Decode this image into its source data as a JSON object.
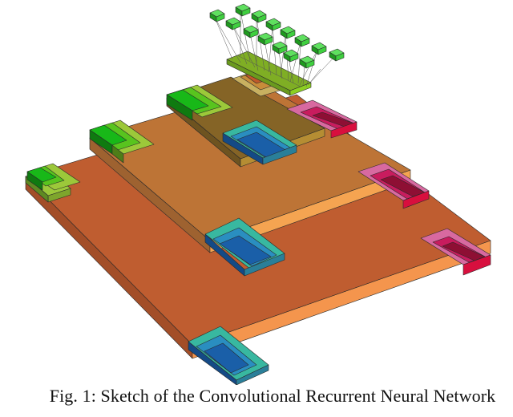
{
  "figure": {
    "caption": "Fig. 1: Sketch of the Convolutional Recurrent Neural Network",
    "description": "Isometric 3D sketch of stacked feature-map slabs",
    "layers": [
      {
        "name": "input-layer",
        "top_color": "#bf5d30",
        "side_color": "#f4954d",
        "left_side_color": "#a34e28"
      },
      {
        "name": "conv-layer-1",
        "top_color": "#bd7436",
        "side_color": "#f5a451",
        "left_side_color": "#9e6230"
      },
      {
        "name": "conv-layer-2",
        "top_color": "#856426",
        "side_color": "#b58d33",
        "left_side_color": "#6e5320"
      },
      {
        "name": "recurrent-layer",
        "top_color": "#6a9a1e",
        "side_color": "#7fbf1f"
      },
      {
        "name": "output-units",
        "top_color": "#3fcf3f",
        "side_color": "#1f9a1f",
        "count": 14
      }
    ],
    "corner_blocks": {
      "green": [
        "#18b818",
        "#58c41e",
        "#9cc83a"
      ],
      "blue": [
        "#1a5fa8",
        "#2a8ec0",
        "#38b8a0"
      ],
      "red": [
        "#8e0f34",
        "#c81c5e",
        "#d869a0"
      ]
    }
  }
}
